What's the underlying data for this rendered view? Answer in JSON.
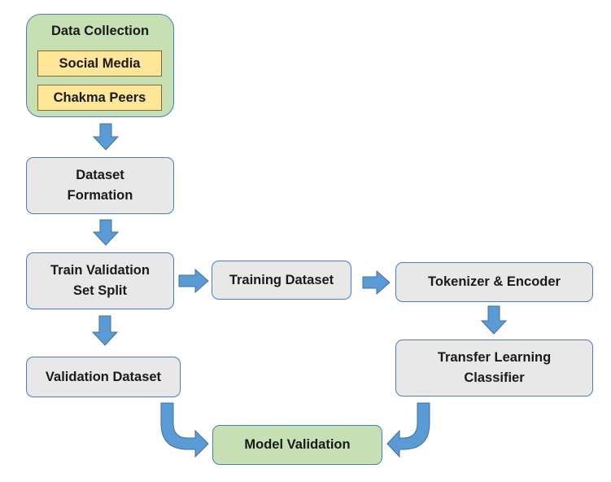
{
  "diagram": {
    "data_collection": {
      "title": "Data Collection",
      "sources": [
        "Social Media",
        "Chakma Peers"
      ]
    },
    "dataset_formation": [
      "Dataset",
      "Formation"
    ],
    "train_validation_split": [
      "Train Validation",
      "Set Split"
    ],
    "training_dataset": "Training Dataset",
    "tokenizer_encoder": "Tokenizer & Encoder",
    "transfer_learning_classifier": [
      "Transfer Learning",
      "Classifier"
    ],
    "validation_dataset": "Validation Dataset",
    "model_validation": "Model Validation",
    "colors": {
      "arrow": "#5b9bd5",
      "box_border": "#4a7ebb",
      "box_fill": "#e8e8e8",
      "green_fill": "#c6e0b4",
      "yellow_fill": "#ffe699"
    }
  }
}
